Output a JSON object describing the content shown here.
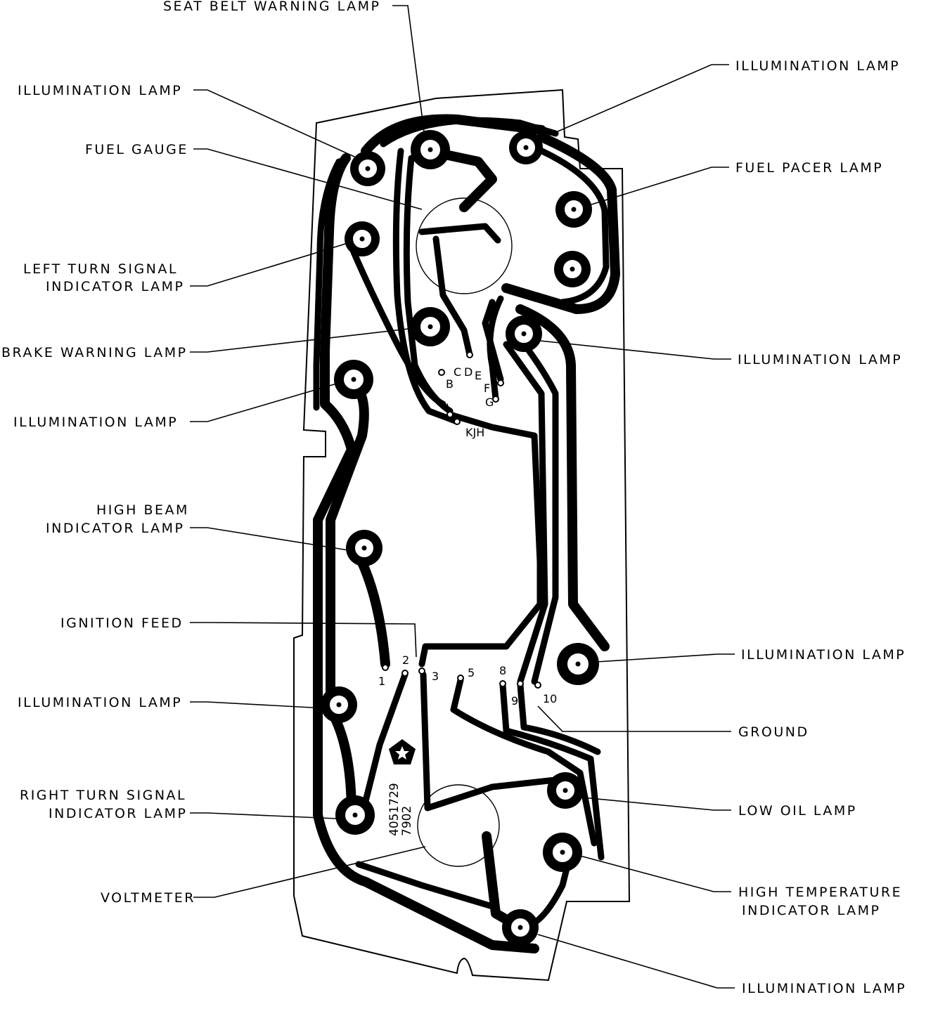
{
  "labels": {
    "seat_belt": "SEAT BELT WARNING LAMP",
    "illum_top_left": "ILLUMINATION LAMP",
    "fuel_gauge": "FUEL GAUGE",
    "left_turn_1": "LEFT TURN SIGNAL",
    "left_turn_2": "INDICATOR LAMP",
    "brake": "BRAKE WARNING LAMP",
    "illum_mid_left": "ILLUMINATION LAMP",
    "high_beam_1": "HIGH BEAM",
    "high_beam_2": "INDICATOR LAMP",
    "ignition": "IGNITION FEED",
    "illum_low_left": "ILLUMINATION LAMP",
    "right_turn_1": "RIGHT TURN SIGNAL",
    "right_turn_2": "INDICATOR LAMP",
    "voltmeter": "VOLTMETER",
    "illum_top_right": "ILLUMINATION LAMP",
    "fuel_pacer": "FUEL PACER LAMP",
    "illum_mid_right": "ILLUMINATION LAMP",
    "illum_low_right": "ILLUMINATION LAMP",
    "ground": "GROUND",
    "low_oil": "LOW OIL LAMP",
    "high_temp_1": "HIGH TEMPERATURE",
    "high_temp_2": "INDICATOR LAMP",
    "illum_bottom": "ILLUMINATION LAMP"
  },
  "connector_top": {
    "c": "C",
    "d": "D",
    "e": "E",
    "b": "B",
    "f": "F",
    "g": "G",
    "l": "L",
    "kjh": "KJH"
  },
  "connector_bottom": {
    "p1": "1",
    "p2": "2",
    "p3": "3",
    "p5": "5",
    "p8": "8",
    "p9": "9",
    "p10": "10"
  },
  "part_number": {
    "line1": "4051729",
    "line2": "7902"
  }
}
